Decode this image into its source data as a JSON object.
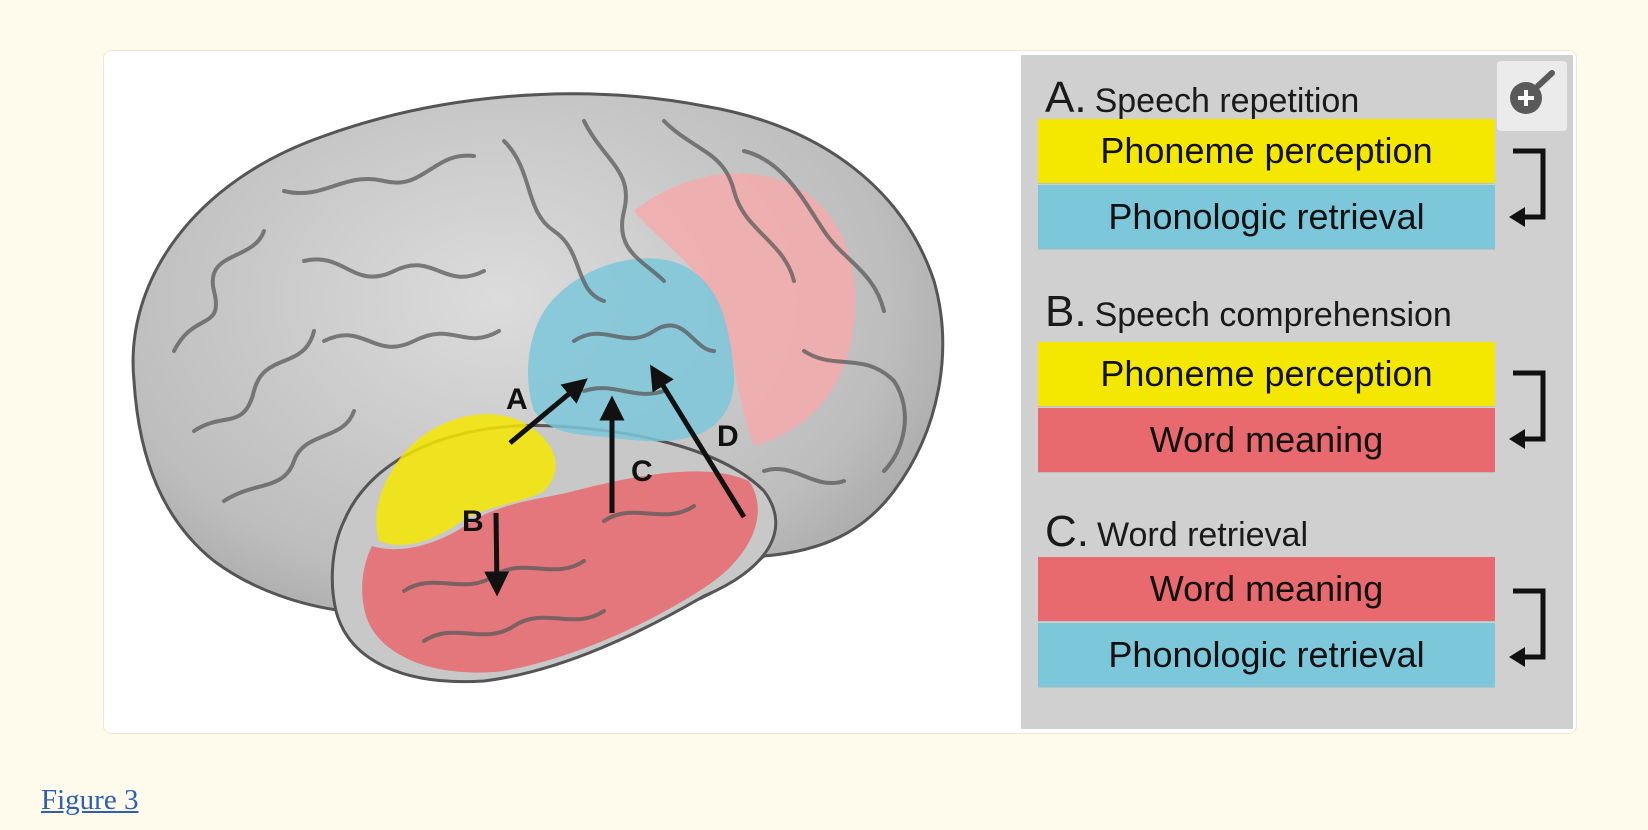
{
  "figure": {
    "link_label": "Figure 3",
    "zoom_icon": "zoom-in-icon"
  },
  "brain_labels": {
    "arrow_a": "A",
    "arrow_b": "B",
    "arrow_c": "C",
    "arrow_d": "D"
  },
  "colors": {
    "yellow": "#f4e800",
    "blue": "#7cc7d9",
    "red": "#e8696e",
    "panel_bg": "#d0d0d0",
    "link": "#2e5fb4",
    "page_bg": "#fefaec"
  },
  "legend": {
    "sections": [
      {
        "letter": "A",
        "title": "Speech repetition",
        "boxes": [
          {
            "label": "Phoneme perception",
            "color": "yellow"
          },
          {
            "label": "Phonologic retrieval",
            "color": "blue"
          }
        ]
      },
      {
        "letter": "B",
        "title": "Speech comprehension",
        "boxes": [
          {
            "label": "Phoneme perception",
            "color": "yellow"
          },
          {
            "label": "Word meaning",
            "color": "red"
          }
        ]
      },
      {
        "letter": "C",
        "title": "Word retrieval",
        "boxes": [
          {
            "label": "Word meaning",
            "color": "red"
          },
          {
            "label": "Phonologic retrieval",
            "color": "blue"
          }
        ]
      }
    ]
  }
}
